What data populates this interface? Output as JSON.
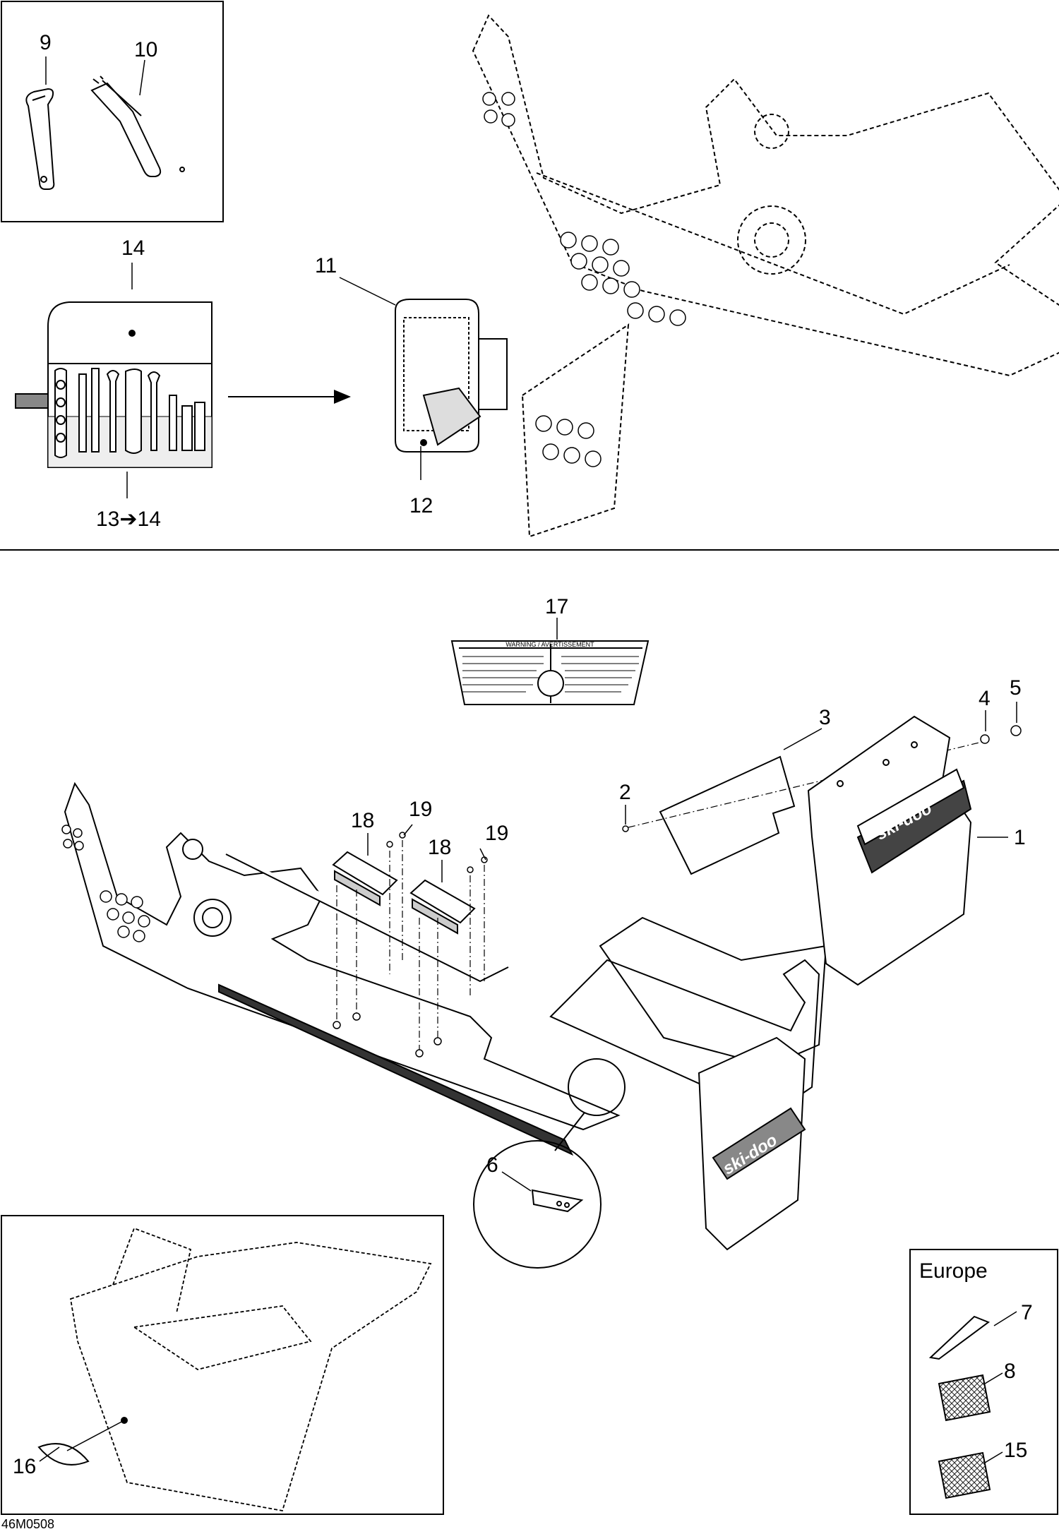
{
  "diagram_code": "46M0508",
  "europe_box_label": "Europe",
  "arrow_glyph": "➔",
  "callouts": {
    "c1": "1",
    "c2": "2",
    "c3": "3",
    "c4": "4",
    "c5": "5",
    "c6": "6",
    "c7": "7",
    "c8": "8",
    "c9": "9",
    "c10": "10",
    "c11": "11",
    "c12": "12",
    "c13_from": "13",
    "c13_to": "14",
    "c14": "14",
    "c15": "15",
    "c16": "16",
    "c17": "17",
    "c18a": "18",
    "c18b": "18",
    "c19a": "19",
    "c19b": "19"
  },
  "decals": {
    "sticker_17": "WARNING / AVERTISSEMENT",
    "flap_logo_upper": "ski-doo",
    "flap_logo_lower": "ski-doo"
  }
}
